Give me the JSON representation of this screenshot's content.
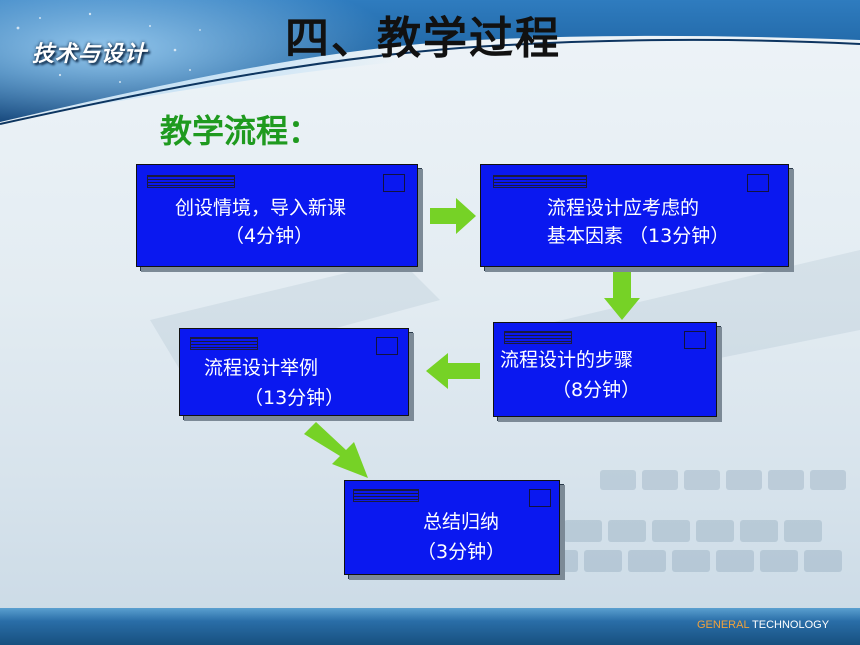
{
  "header": {
    "logo_text": "技术与设计",
    "title": "四、教学过程"
  },
  "subtitle": "教学流程：",
  "steps": [
    {
      "line1": "创设情境，导入新课",
      "line2": "（4分钟）"
    },
    {
      "line1": "流程设计应考虑的",
      "line2": "基本因素 （13分钟）"
    },
    {
      "line1": "流程设计的步骤",
      "line2": "（8分钟）"
    },
    {
      "line1": "流程设计举例",
      "line2": "（13分钟）"
    },
    {
      "line1": "总结归纳",
      "line2": "（3分钟）"
    }
  ],
  "footer": {
    "left_word": "GENERAL",
    "right_word": " TECHNOLOGY"
  },
  "colors": {
    "card_fill": "#0a18f0",
    "arrow_green": "#76d226",
    "title_green": "#1f9a1f",
    "header_blue": "#1b5f9c"
  },
  "icons": [
    "arrow-right-icon",
    "arrow-down-icon",
    "arrow-left-icon",
    "arrow-down-right-icon"
  ]
}
